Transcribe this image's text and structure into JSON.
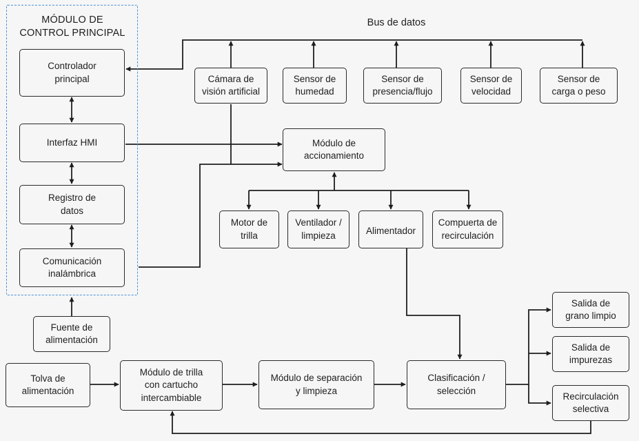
{
  "colors": {
    "line": "#1e1e1e",
    "group_border": "#4a90d9",
    "background": "#f6f6f6"
  },
  "group": {
    "title": "MÓDULO DE\nCONTROL PRINCIPAL"
  },
  "labels": {
    "bus": "Bus de datos"
  },
  "nodes": {
    "controlador": "Controlador\nprincipal",
    "hmi": "Interfaz HMI",
    "registro": "Registro de\ndatos",
    "comunicacion": "Comunicación\ninalámbrica",
    "fuente": "Fuente de\nalimentación",
    "camara": "Cámara de\nvisión artificial",
    "humedad": "Sensor de\nhumedad",
    "presencia": "Sensor de\npresencia/flujo",
    "velocidad": "Sensor de\nvelocidad",
    "carga": "Sensor de\ncarga o peso",
    "accionamiento": "Módulo de\naccionamiento",
    "motor": "Motor de\ntrilla",
    "ventilador": "Ventilador /\nlimpieza",
    "alimentador": "Alimentador",
    "compuerta": "Compuerta de\nrecirculación",
    "tolva": "Tolva de\nalimentación",
    "trilla": "Módulo de trilla\ncon cartucho\nintercambiable",
    "separacion": "Módulo de separación\ny limpieza",
    "clasificacion": "Clasificación /\nselección",
    "grano": "Salida de\ngrano limpio",
    "impurezas": "Salida de\nimpurezas",
    "recirculacion": "Recirculación\nselectiva"
  }
}
